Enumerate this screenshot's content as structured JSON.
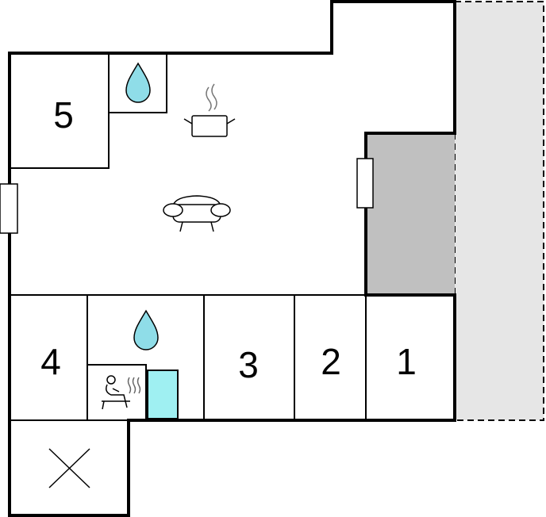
{
  "rooms": [
    {
      "id": "room-5",
      "label": "5"
    },
    {
      "id": "room-4",
      "label": "4"
    },
    {
      "id": "room-3",
      "label": "3"
    },
    {
      "id": "room-2",
      "label": "2"
    },
    {
      "id": "room-1",
      "label": "1"
    }
  ],
  "icons": {
    "kitchen": "cooking-pot-icon",
    "living": "sofa-icon",
    "bathroom": "water-drop-icon",
    "sauna": "sauna-icon",
    "shower": "shower-icon",
    "void": "cross-icon"
  },
  "colors": {
    "wall": "#000000",
    "terrace": "#e6e6e6",
    "storage": "#c0c0c0",
    "water": "#8fdde8",
    "shower": "#9ff0f2"
  }
}
